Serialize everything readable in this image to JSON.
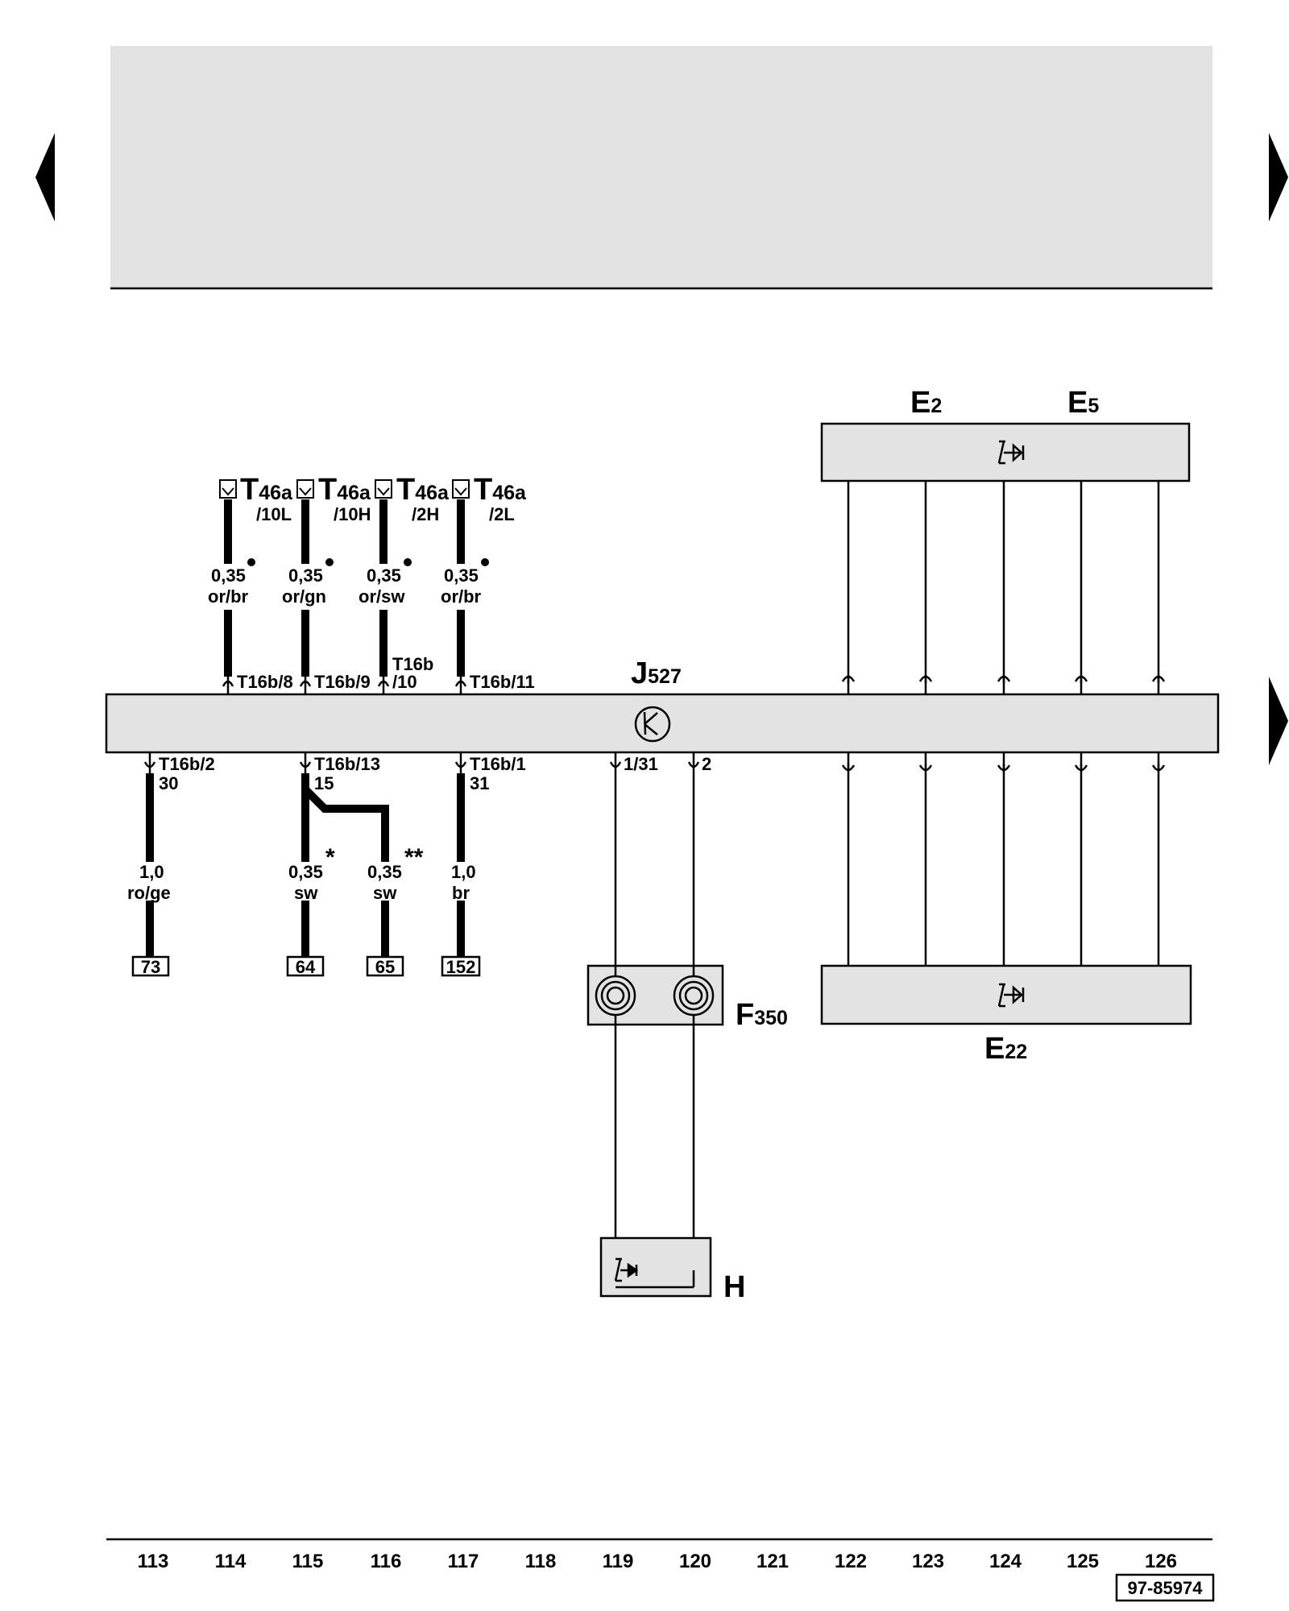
{
  "components": {
    "j527": {
      "letter": "J",
      "sub": "527"
    },
    "e2": {
      "letter": "E",
      "sub": "2"
    },
    "e5": {
      "letter": "E",
      "sub": "5"
    },
    "e22": {
      "letter": "E",
      "sub": "22"
    },
    "f350": {
      "letter": "F",
      "sub": "350"
    },
    "h": {
      "letter": "H"
    }
  },
  "can_connectors": [
    {
      "letter": "T",
      "sub": "46a",
      "pin": "/10L",
      "size": "0,35",
      "color": "or/br",
      "terminal": "T16b/8"
    },
    {
      "letter": "T",
      "sub": "46a",
      "pin": "/10H",
      "size": "0,35",
      "color": "or/gn",
      "terminal": "T16b/9"
    },
    {
      "letter": "T",
      "sub": "46a",
      "pin": "/2H",
      "size": "0,35",
      "color": "or/sw",
      "terminal_top": "T16b",
      "terminal_bottom": "/10"
    },
    {
      "letter": "T",
      "sub": "46a",
      "pin": "/2L",
      "size": "0,35",
      "color": "or/br",
      "terminal": "T16b/11"
    }
  ],
  "bottom_wires": [
    {
      "terminal": "T16b/2",
      "term_no": "30",
      "size": "1,0",
      "color": "ro/ge",
      "ref": "73"
    },
    {
      "terminal": "T16b/13",
      "term_no": "15",
      "size": "0,35",
      "mark": "*",
      "color": "sw",
      "ref": "64"
    },
    {
      "size": "0,35",
      "mark": "**",
      "color": "sw",
      "ref": "65"
    },
    {
      "terminal": "T16b/1",
      "term_no": "31",
      "size": "1,0",
      "color": "br",
      "ref": "152"
    }
  ],
  "j527_pins": {
    "p1": "1/31",
    "p2": "2"
  },
  "column_numbers": [
    "113",
    "114",
    "115",
    "116",
    "117",
    "118",
    "119",
    "120",
    "121",
    "122",
    "123",
    "124",
    "125",
    "126"
  ],
  "doc_number": "97-85974"
}
